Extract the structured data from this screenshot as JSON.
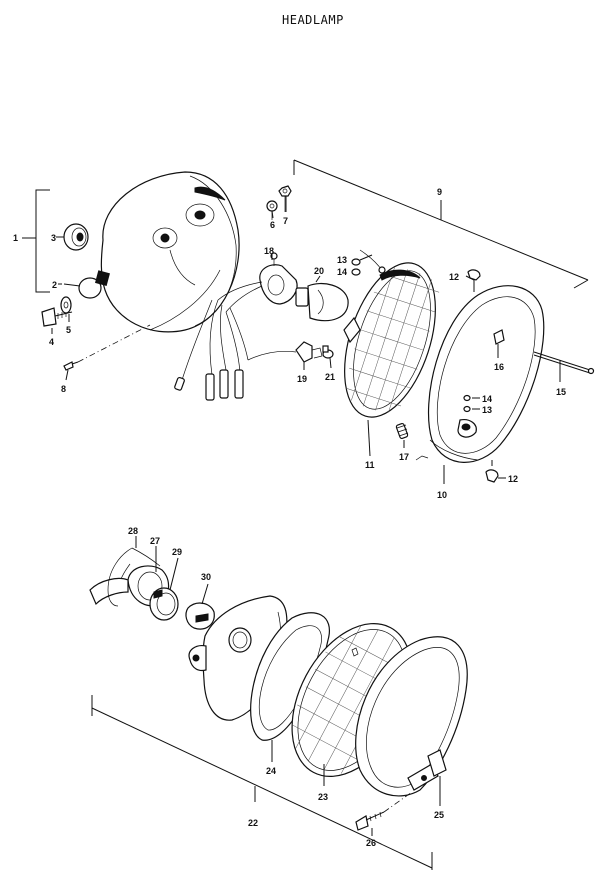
{
  "title": "HEADLAMP",
  "labels": {
    "p1": "1",
    "p2": "2",
    "p3": "3",
    "p4": "4",
    "p5": "5",
    "p6": "6",
    "p7": "7",
    "p8": "8",
    "p9": "9",
    "p10": "10",
    "p11": "11",
    "p12a": "12",
    "p12b": "12",
    "p13a": "13",
    "p13b": "13",
    "p14a": "14",
    "p14b": "14",
    "p15": "15",
    "p16": "16",
    "p17": "17",
    "p18": "18",
    "p19": "19",
    "p20": "20",
    "p21": "21",
    "p22": "22",
    "p23": "23",
    "p24": "24",
    "p25": "25",
    "p26": "26",
    "p27": "27",
    "p28": "28",
    "p29": "29",
    "p30": "30"
  }
}
